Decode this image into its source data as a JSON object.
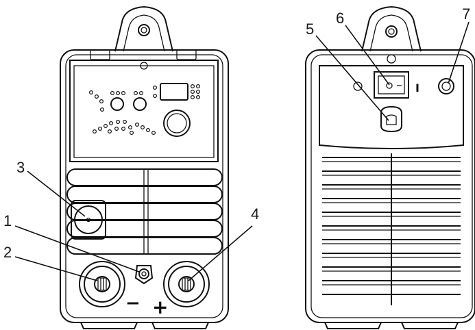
{
  "callouts": [
    {
      "id": "1",
      "label": "1"
    },
    {
      "id": "2",
      "label": "2"
    },
    {
      "id": "3",
      "label": "3"
    },
    {
      "id": "4",
      "label": "4"
    },
    {
      "id": "5",
      "label": "5"
    },
    {
      "id": "6",
      "label": "6"
    },
    {
      "id": "7",
      "label": "7"
    }
  ],
  "polarity": {
    "negative": "−",
    "positive": "+"
  },
  "switch_mark": "I"
}
